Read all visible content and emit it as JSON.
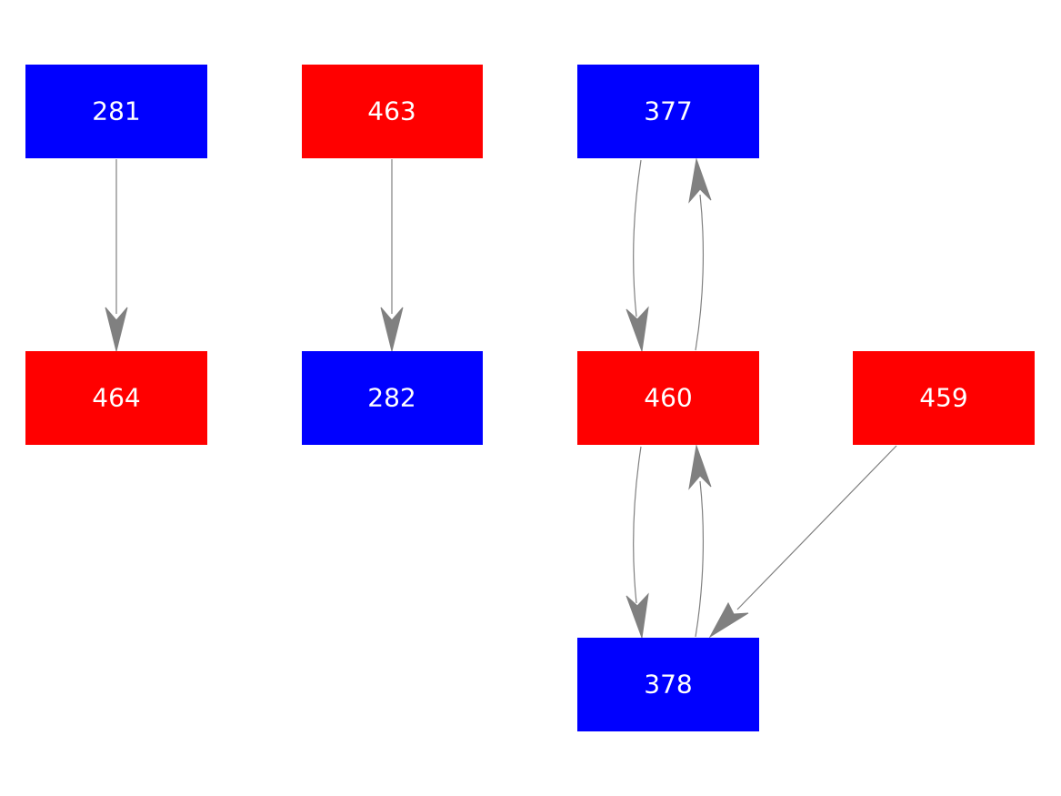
{
  "colors": {
    "blue": "#0000ff",
    "red": "#ff0000",
    "edge": "#808080",
    "label": "#ffffff",
    "background": "#ffffff"
  },
  "nodes": [
    {
      "id": "n281",
      "label": "281",
      "color": "blue"
    },
    {
      "id": "n463",
      "label": "463",
      "color": "red"
    },
    {
      "id": "n377",
      "label": "377",
      "color": "blue"
    },
    {
      "id": "n464",
      "label": "464",
      "color": "red"
    },
    {
      "id": "n282",
      "label": "282",
      "color": "blue"
    },
    {
      "id": "n460",
      "label": "460",
      "color": "red"
    },
    {
      "id": "n459",
      "label": "459",
      "color": "red"
    },
    {
      "id": "n378",
      "label": "378",
      "color": "blue"
    }
  ],
  "edges": [
    {
      "from": "281",
      "to": "464"
    },
    {
      "from": "463",
      "to": "282"
    },
    {
      "from": "377",
      "to": "460"
    },
    {
      "from": "460",
      "to": "377"
    },
    {
      "from": "460",
      "to": "378"
    },
    {
      "from": "378",
      "to": "460"
    },
    {
      "from": "459",
      "to": "378"
    }
  ]
}
